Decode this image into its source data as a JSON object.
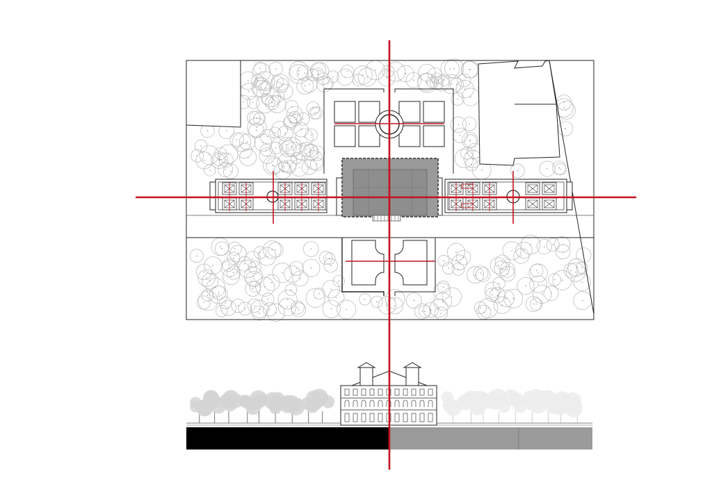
{
  "colors": {
    "background": "#ffffff",
    "line": "#222222",
    "thin_line": "#555555",
    "tree_outline": "#bdbdbd",
    "axis_red": "#c1121f",
    "villa_gray": "#9a9a9a",
    "ground_black": "#000000",
    "ground_gray": "#9b9b9b",
    "foliage_left": "#d4d4d4",
    "foliage_right": "#ececec"
  },
  "diagram": {
    "views": [
      "site-plan",
      "front-elevation"
    ],
    "axes": [
      "central-vertical-axis",
      "main-horizontal-axis",
      "side-vertical-axes",
      "garden-cross-axes"
    ],
    "icons": [
      "tree-canopy-icon",
      "fountain-circle-icon"
    ]
  }
}
